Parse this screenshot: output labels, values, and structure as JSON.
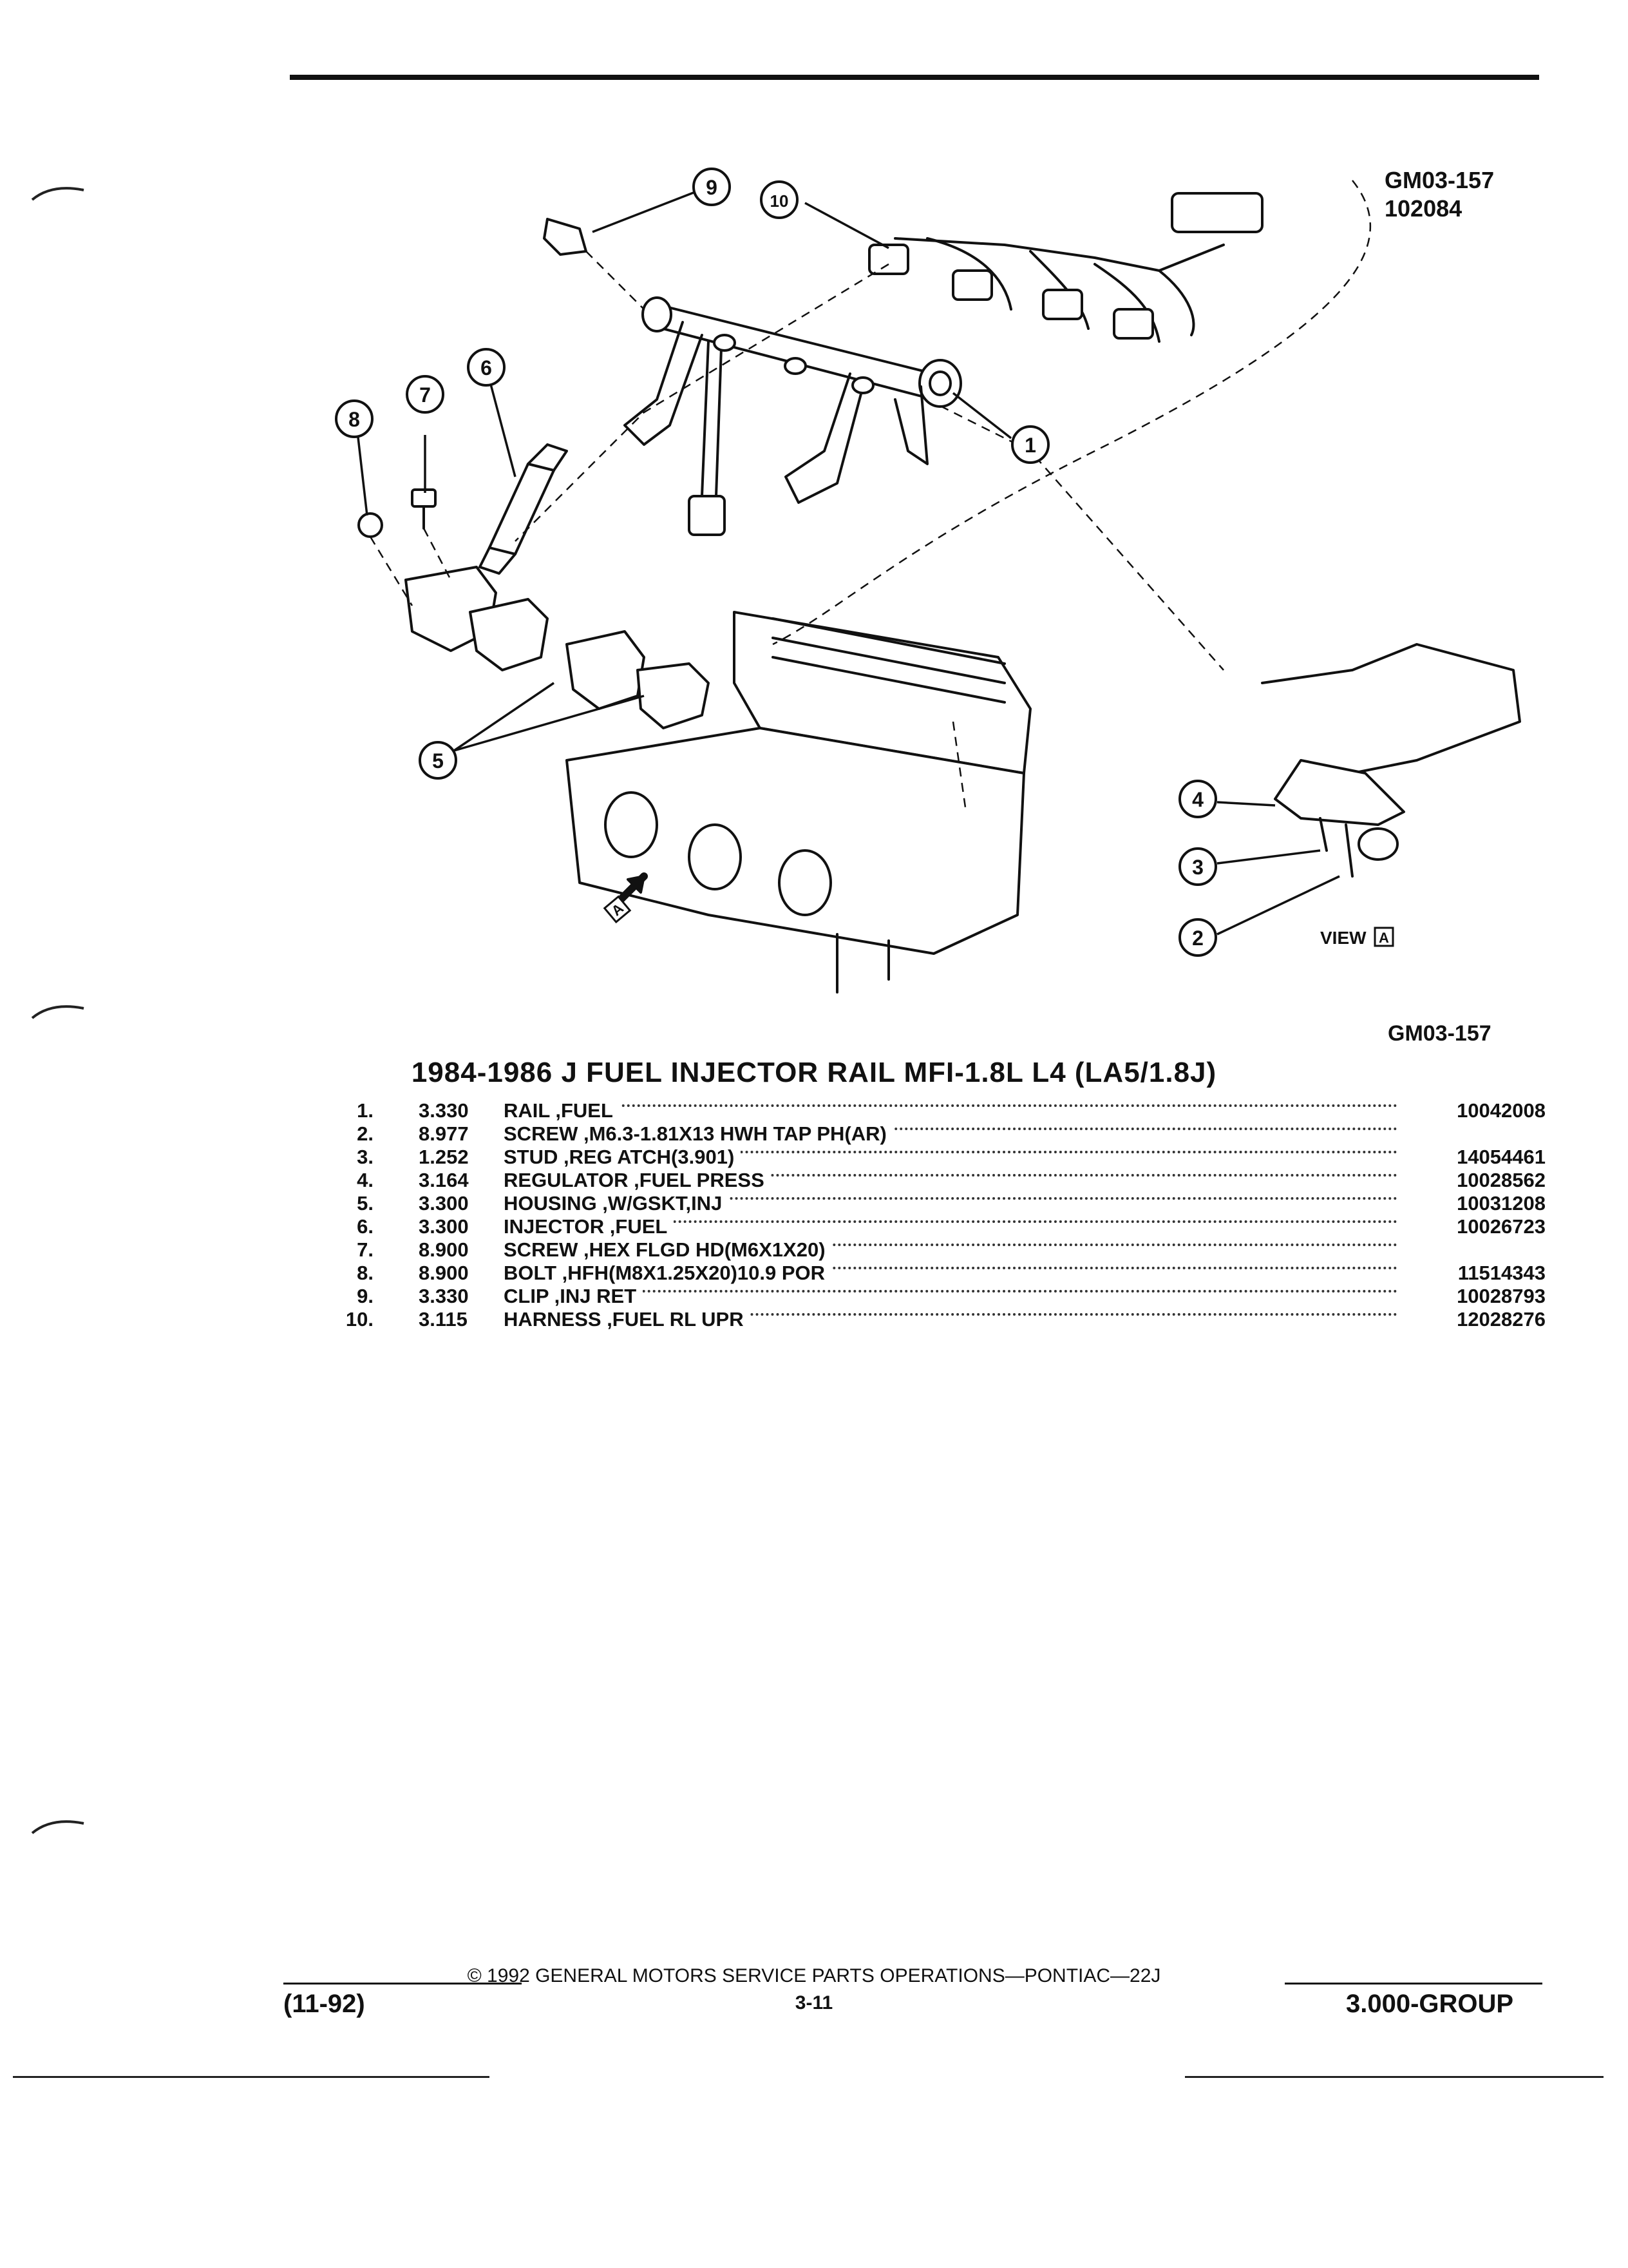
{
  "figure": {
    "code_right": "GM03-157",
    "code_right_sub": "102084",
    "code_bottom": "GM03-157",
    "view_label": "VIEW",
    "view_letter": "A",
    "callouts": [
      "1",
      "2",
      "3",
      "4",
      "5",
      "6",
      "7",
      "8",
      "9",
      "10"
    ]
  },
  "title": "1984-1986 J FUEL INJECTOR RAIL MFI-1.8L L4 (LA5/1.8J)",
  "parts": [
    {
      "num": "1.",
      "code": "3.330",
      "desc": "RAIL ,FUEL",
      "pn": "10042008"
    },
    {
      "num": "2.",
      "code": "8.977",
      "desc": "SCREW ,M6.3-1.81X13 HWH TAP PH(AR)",
      "pn": ""
    },
    {
      "num": "3.",
      "code": "1.252",
      "desc": "STUD ,REG ATCH(3.901)",
      "pn": "14054461"
    },
    {
      "num": "4.",
      "code": "3.164",
      "desc": "REGULATOR ,FUEL PRESS",
      "pn": "10028562"
    },
    {
      "num": "5.",
      "code": "3.300",
      "desc": "HOUSING ,W/GSKT,INJ",
      "pn": "10031208"
    },
    {
      "num": "6.",
      "code": "3.300",
      "desc": "INJECTOR ,FUEL",
      "pn": "10026723"
    },
    {
      "num": "7.",
      "code": "8.900",
      "desc": "SCREW ,HEX FLGD HD(M6X1X20)",
      "pn": ""
    },
    {
      "num": "8.",
      "code": "8.900",
      "desc": "BOLT ,HFH(M8X1.25X20)10.9 POR",
      "pn": "11514343"
    },
    {
      "num": "9.",
      "code": "3.330",
      "desc": "CLIP ,INJ RET",
      "pn": "10028793"
    },
    {
      "num": "10.",
      "code": "3.115",
      "desc": "HARNESS ,FUEL RL UPR",
      "pn": "12028276"
    }
  ],
  "footer": {
    "copyright": "© 1992 GENERAL MOTORS SERVICE PARTS OPERATIONS—PONTIAC—22J",
    "page": "3-11",
    "date": "(11-92)",
    "group": "3.000-GROUP"
  }
}
